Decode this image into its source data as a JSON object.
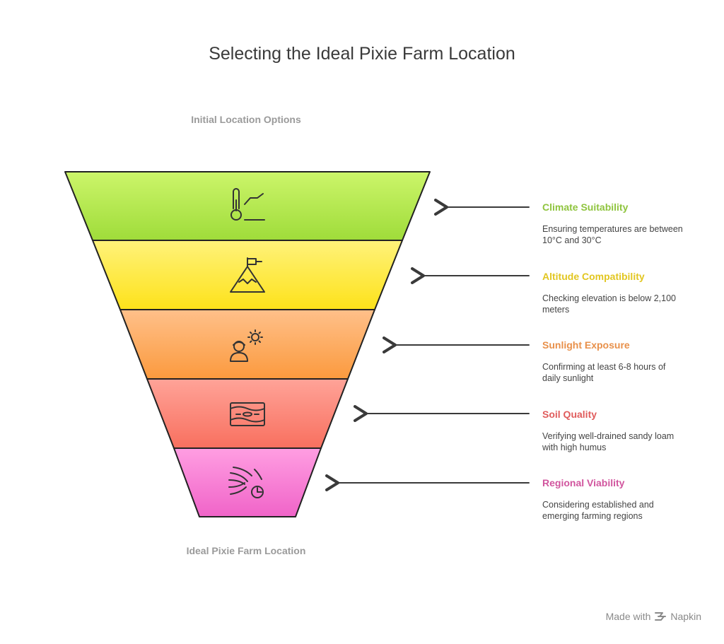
{
  "title": "Selecting the Ideal Pixie Farm Location",
  "top_label": "Initial Location Options",
  "bottom_label": "Ideal Pixie Farm Location",
  "stages": [
    {
      "title": "Climate Suitability",
      "description": "Ensuring temperatures are between 10°C and 30°C",
      "color_top": "#ccf56a",
      "color_bottom": "#9fdc3a",
      "title_color": "#8fc43e",
      "icon": "thermometer-icon"
    },
    {
      "title": "Altitude Compatibility",
      "description": "Checking elevation is below 2,100 meters",
      "color_top": "#fff27a",
      "color_bottom": "#fde21a",
      "title_color": "#e2c620",
      "icon": "mountain-flag-icon"
    },
    {
      "title": "Sunlight Exposure",
      "description": "Confirming at least 6-8 hours of daily sunlight",
      "color_top": "#ffc08a",
      "color_bottom": "#fb9a3e",
      "title_color": "#e8904a",
      "icon": "person-sun-icon"
    },
    {
      "title": "Soil Quality",
      "description": "Verifying well-drained sandy loam with high humus",
      "color_top": "#ffa398",
      "color_bottom": "#f8705f",
      "title_color": "#e05c5c",
      "icon": "soil-layers-icon"
    },
    {
      "title": "Regional Viability",
      "description": "Considering established and emerging farming regions",
      "color_top": "#ff9ee2",
      "color_bottom": "#f064c8",
      "title_color": "#d1559e",
      "icon": "wind-chart-icon"
    }
  ],
  "footer": {
    "made_with": "Made with",
    "brand": "Napkin"
  }
}
